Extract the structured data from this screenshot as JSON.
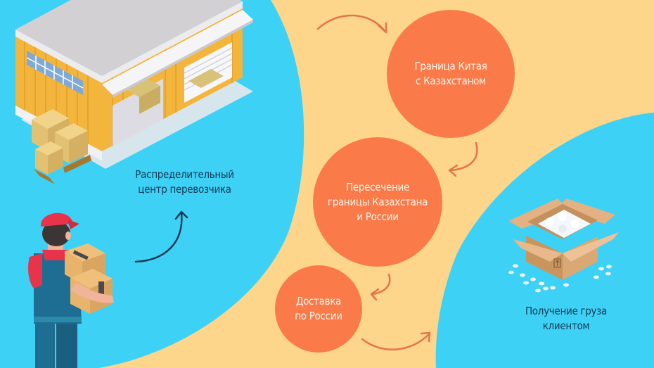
{
  "colors": {
    "background_sand": "#fdd68c",
    "background_blue": "#3dd1f6",
    "circle_orange": "#fb7a4a",
    "arrow_orange": "#e8734a",
    "arrow_dark": "#163a55",
    "text_dark": "#163a55",
    "text_light": "#fff3e6"
  },
  "steps": [
    {
      "id": "distribution-center",
      "line1": "Распределительный",
      "line2": "центр перевозчика",
      "icon": "warehouse-illustration"
    },
    {
      "id": "china-kazakhstan-border",
      "line1": "Граница Китая",
      "line2": "с Казахстаном"
    },
    {
      "id": "kazakhstan-russia-border",
      "line1": "Пересечение",
      "line2": "границы Казахстана",
      "line3": "и России"
    },
    {
      "id": "delivery-russia",
      "line1": "Доставка",
      "line2": "по России"
    },
    {
      "id": "client-receipt",
      "line1": "Получение груза",
      "line2": "клиентом",
      "icon": "open-box-illustration"
    }
  ],
  "illustrations": {
    "worker": "courier-worker-with-boxes",
    "warehouse": "warehouse-building",
    "box": "open-cardboard-box"
  }
}
